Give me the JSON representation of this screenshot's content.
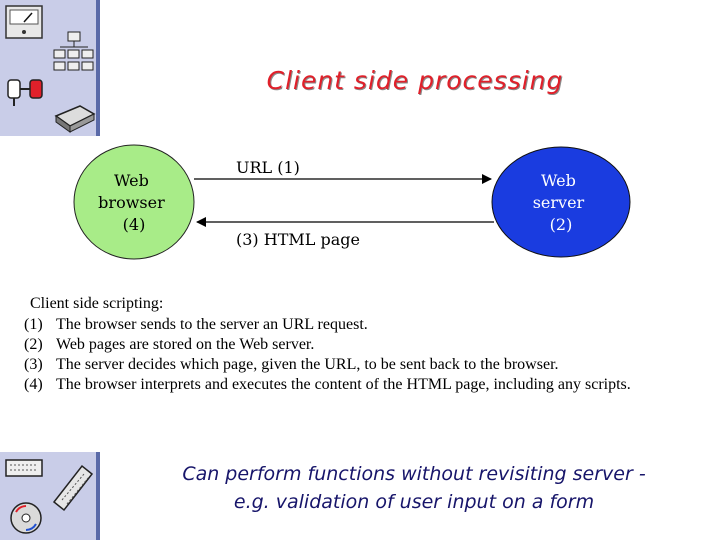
{
  "slide": {
    "title": "Client side processing",
    "summary": [
      "Can perform functions without revisiting server -",
      "e.g. validation of user input on a form"
    ]
  },
  "diagram": {
    "browser": {
      "lines": [
        "Web",
        "browser",
        "(4)"
      ],
      "fill": "#a8ec88",
      "text_color": "#000000"
    },
    "server": {
      "lines": [
        "Web",
        "server",
        "(2)"
      ],
      "fill": "#1a3ce0",
      "text_color": "#ffffff"
    },
    "request": {
      "label": "URL (1)"
    },
    "response": {
      "label": "(3) HTML page"
    }
  },
  "notes": {
    "heading": "Client side scripting:",
    "items": [
      {
        "num": "(1)",
        "text": "The browser sends to the server an URL request."
      },
      {
        "num": "(2)",
        "text": "Web pages are stored on the Web server."
      },
      {
        "num": "(3)",
        "text": "The server decides which page, given the URL, to be sent back to the browser."
      },
      {
        "num": "(4)",
        "text": "The browser interprets and executes the content of the HTML page, including any scripts."
      }
    ]
  },
  "decor": {
    "icons": [
      "meter-icon",
      "network-tree-icon",
      "plug-icon",
      "chip-icon",
      "keyboard-icon",
      "cd-icon",
      "circuit-board-icon"
    ],
    "accent": "#5a6aa8",
    "strip": "#c9cde8"
  }
}
